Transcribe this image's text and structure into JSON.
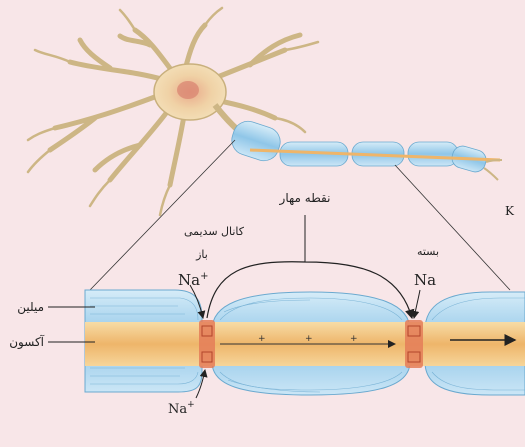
{
  "labels": {
    "na_top_left": "Na",
    "na_top_left_sup": "+",
    "na_top_right": "Na",
    "na_bottom": "Na",
    "na_bottom_sup": "+",
    "k_right": "K",
    "arabic_top_center": "نقطه مهار",
    "arabic_top_left": "کانال سدیمی",
    "arabic_top_left_sub": "باز",
    "arabic_top_right": "بسته",
    "arabic_left_top": "میلین",
    "arabic_left_bottom": "آکسون"
  },
  "colors": {
    "background": "#f8e6e8",
    "myelin": "#a9d4ee",
    "myelin_lines": "#6aa9cf",
    "axon": "#f2c684",
    "node": "#e47d58",
    "neuron_body": "#f3e0b6",
    "neuron_outline": "#c9b07d"
  }
}
